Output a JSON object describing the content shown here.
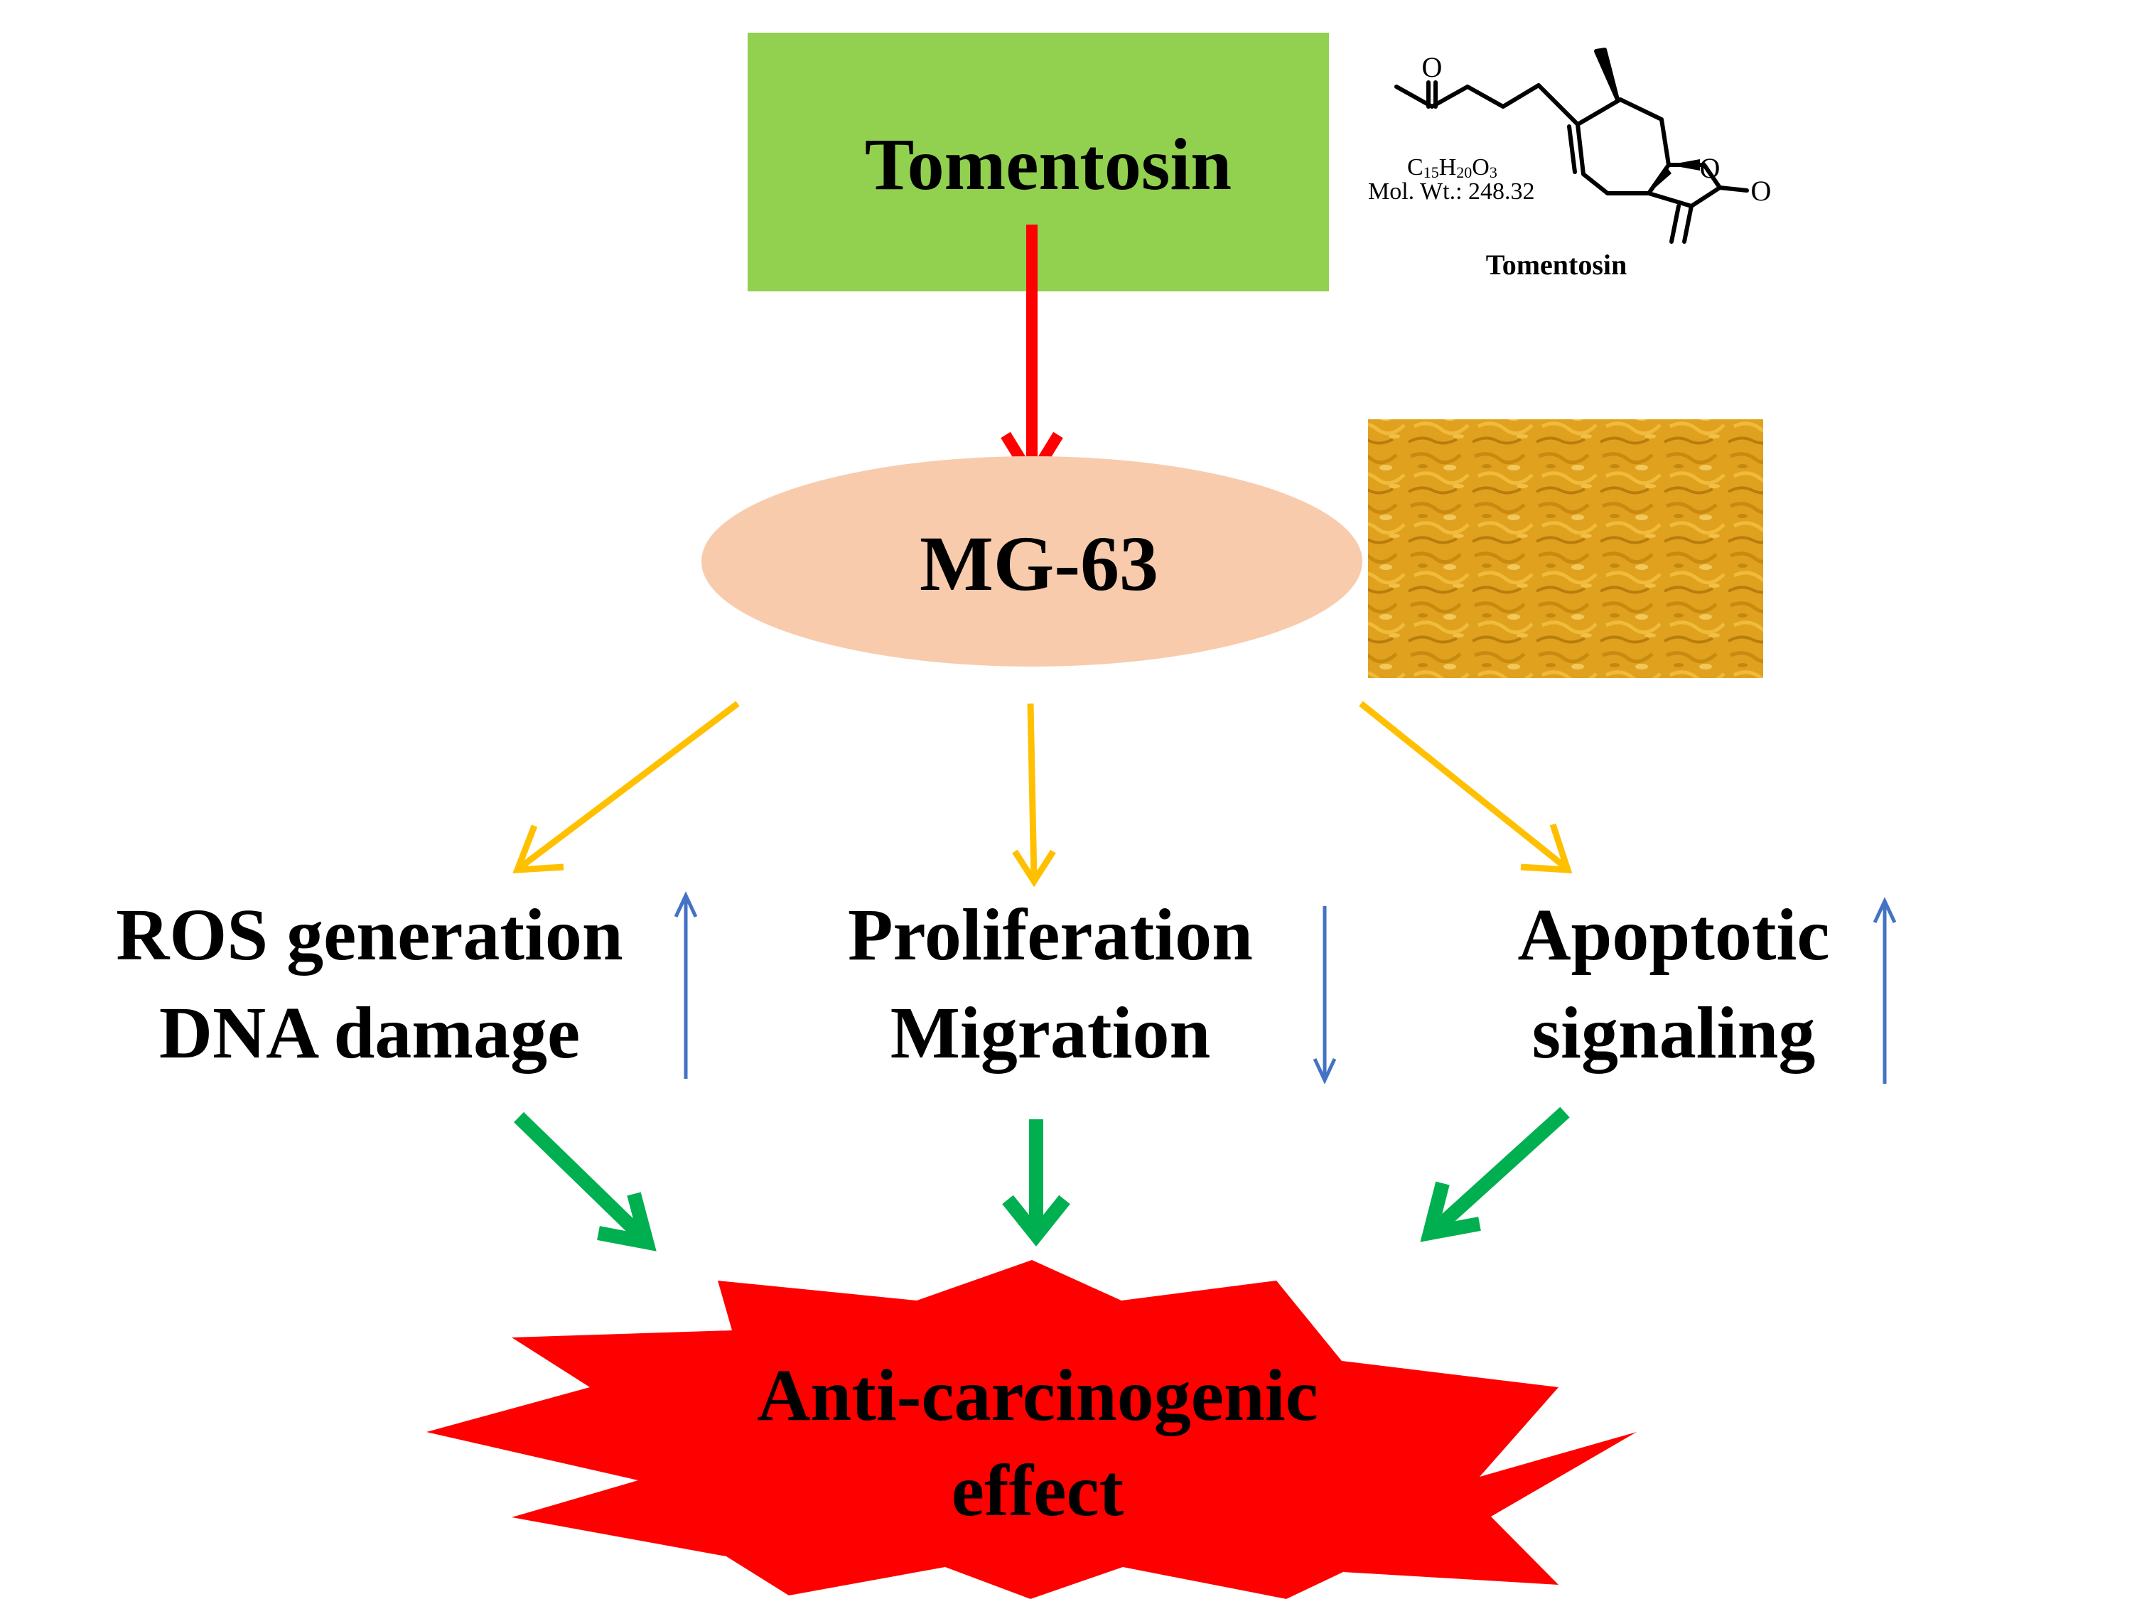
{
  "top_box": {
    "label": "Tomentosin",
    "color": "#92d050"
  },
  "structure": {
    "formula_c": "C",
    "formula_c_sub": "15",
    "formula_h": "H",
    "formula_h_sub": "20",
    "formula_o": "O",
    "formula_o_sub": "3",
    "mol_wt": "Mol. Wt.: 248.32",
    "name": "Tomentosin",
    "atom_o": "O"
  },
  "cell_line": {
    "label": "MG-63",
    "color": "#f8cbad",
    "photo_color": "#e0a11f"
  },
  "effects": [
    {
      "line1": "ROS generation",
      "line2": "DNA damage",
      "direction": "up"
    },
    {
      "line1": "Proliferation",
      "line2": "Migration",
      "direction": "down"
    },
    {
      "line1": "Apoptotic",
      "line2": "signaling",
      "direction": "up"
    }
  ],
  "outcome": {
    "line1": "Anti-carcinogenic",
    "line2": "effect",
    "color": "#ff0000"
  },
  "colors": {
    "red_arrow": "#ff0000",
    "orange_arrow": "#ffc000",
    "green_arrow": "#00b050",
    "blue_arrow": "#4472c4"
  }
}
